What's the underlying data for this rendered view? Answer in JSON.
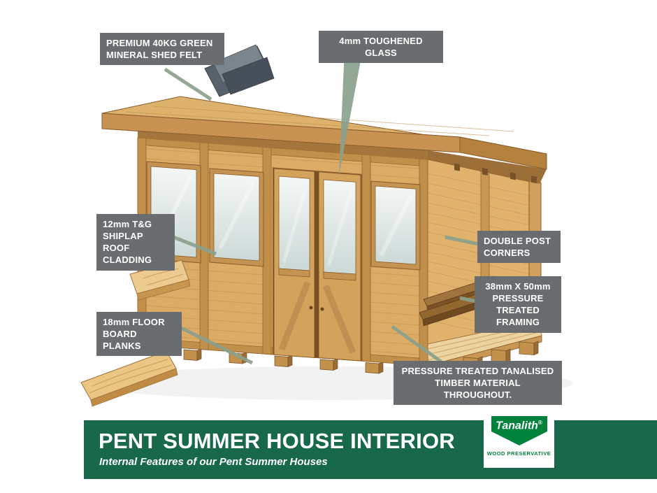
{
  "callouts": {
    "felt": {
      "lines": [
        "PREMIUM 40KG GREEN",
        "MINERAL SHED FELT"
      ]
    },
    "glass": {
      "lines": [
        "4mm TOUGHENED GLASS"
      ]
    },
    "shiplap": {
      "lines": [
        "12mm T&G",
        "SHIPLAP ROOF",
        "CLADDING"
      ]
    },
    "floor": {
      "lines": [
        "18mm FLOOR",
        "BOARD PLANKS"
      ]
    },
    "double_post": {
      "lines": [
        "DOUBLE POST",
        "CORNERS"
      ]
    },
    "framing": {
      "lines": [
        "38mm X 50mm",
        "PRESSURE",
        "TREATED FRAMING"
      ]
    },
    "tanalised": {
      "lines": [
        "PRESSURE TREATED TANALISED",
        "TIMBER MATERIAL THROUGHOUT."
      ]
    }
  },
  "banner": {
    "title": "PENT SUMMER HOUSE INTERIOR",
    "subtitle": "Internal Features of our Pent Summer Houses"
  },
  "logo": {
    "brand": "Tanalith",
    "reg": "®",
    "tagline": "WOOD PRESERVATIVE"
  },
  "colors": {
    "callout_bg": "#6a6d6f",
    "connector_green": "#8ba18d",
    "banner_green": "#17694a",
    "logo_green": "#00813c",
    "wood_mid": "#dcab66"
  }
}
